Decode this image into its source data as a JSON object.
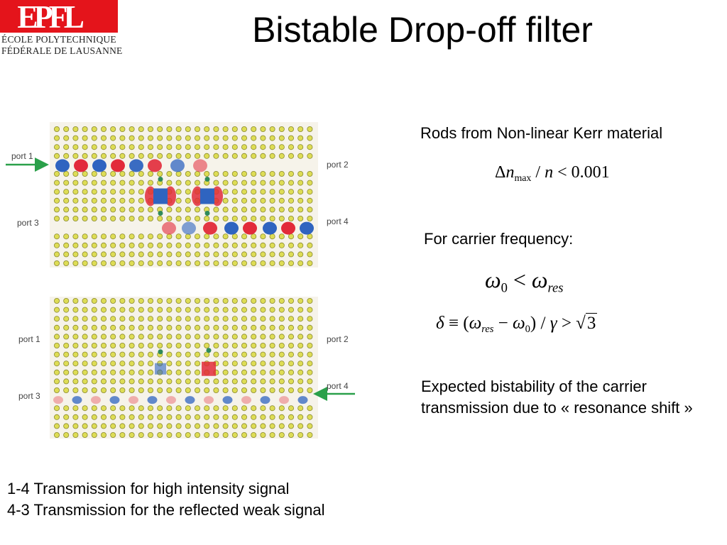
{
  "logo": {
    "letters": "EPFL",
    "line1": "ÉCOLE POLYTECHNIQUE",
    "line2": "FÉDÉRALE DE LAUSANNE"
  },
  "title": "Bistable Drop-off filter",
  "figure": {
    "top_panel": {
      "port_labels": {
        "p1": "port 1",
        "p2": "port 2",
        "p3": "port 3",
        "p4": "port 4"
      }
    },
    "bottom_panel": {
      "port_labels": {
        "p1": "port 1",
        "p2": "port 2",
        "p3": "port 3",
        "p4": "port 4"
      }
    }
  },
  "right_text": {
    "rods": "Rods from Non-linear Kerr material",
    "carrier": "For carrier frequency:",
    "expect": "Expected bistability of the carrier transmission due to « resonance shift »"
  },
  "equations": {
    "eq1": {
      "delta": "Δ",
      "n": "n",
      "max": "max",
      "rest": " / ",
      "n2": "n",
      "lt": " < 0.001"
    },
    "eq2": {
      "omega": "ω",
      "zero": "0",
      "lt": " < ",
      "omega2": "ω",
      "res": "res"
    },
    "eq3": {
      "delta": "δ",
      "equiv": " ≡ (",
      "omega": "ω",
      "res": "res",
      "minus": " − ",
      "omega2": "ω",
      "zero": "0",
      "close": ") / ",
      "gamma": "γ",
      "gt": " > ",
      "sqrt": "√",
      "three": "3"
    }
  },
  "bottom_text": {
    "line1": "1-4 Transmission for high intensity signal",
    "line2": "4-3 Transmission for the reflected weak signal"
  },
  "colors": {
    "epfl_red": "#e4141b",
    "rod_fill": "#dedd55",
    "rod_edge": "#8a8a30",
    "field_blue": "#2f64c0",
    "field_red": "#e22a3a",
    "arrow_green": "#2aa04a",
    "port_text": "#444444"
  }
}
